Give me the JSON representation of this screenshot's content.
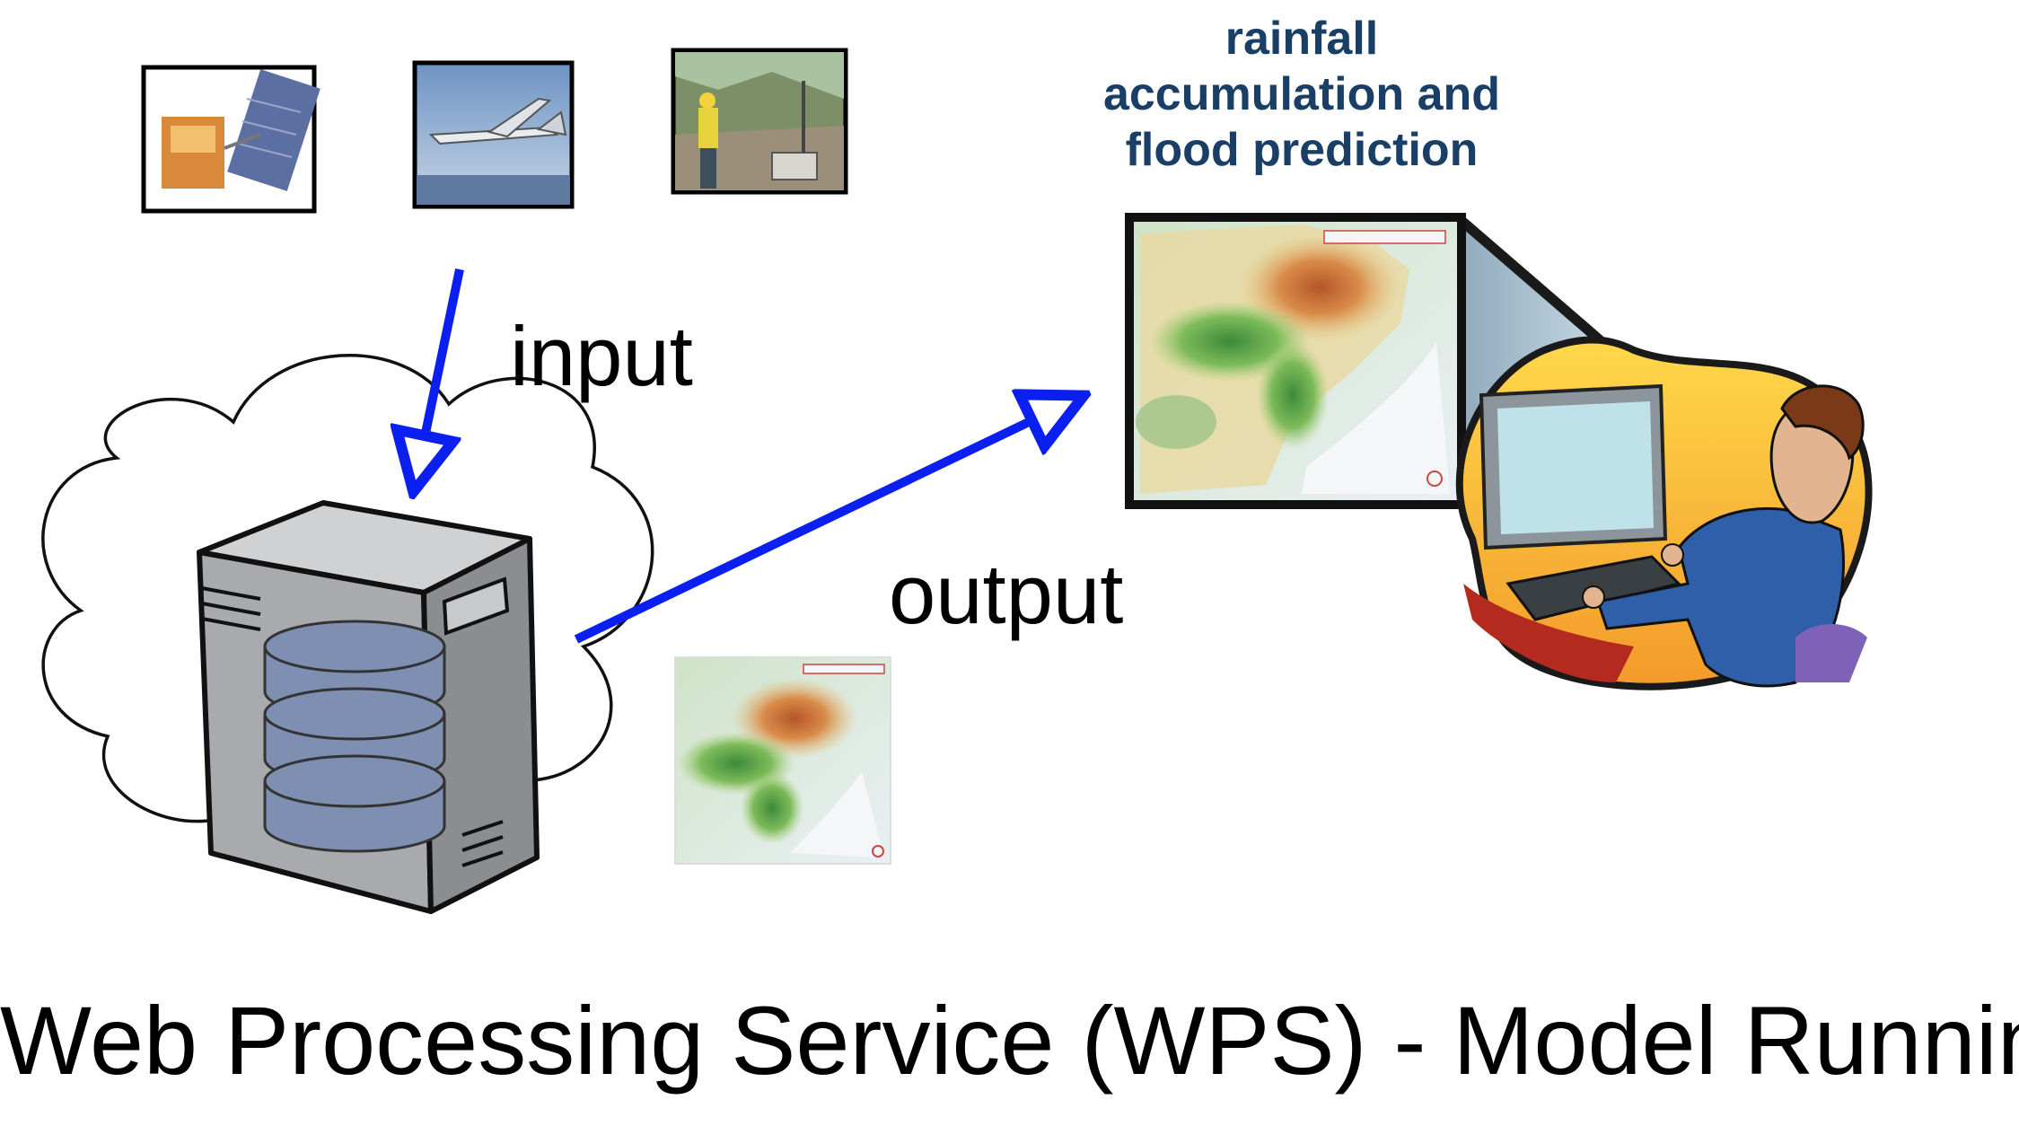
{
  "output_caption": {
    "line1": "rainfall",
    "line2": "accumulation and",
    "line3": "flood prediction"
  },
  "labels": {
    "input": "input",
    "output": "output"
  },
  "footer": {
    "title": "Web Processing Service (WPS) - Model Running"
  },
  "icons": {
    "sources": [
      "satellite-photo-icon",
      "aircraft-photo-icon",
      "field-station-photo-icon"
    ],
    "server": "database-server-icon",
    "cloud": "cloud-icon",
    "map": "rainfall-map-icon",
    "user": "user-at-computer-icon"
  },
  "colors": {
    "arrow": "#0a1ff0",
    "caption": "#1a3f66",
    "cloud_stroke": "#111111",
    "server_body": "#a9aaad",
    "disk": "#7f8fb2"
  }
}
